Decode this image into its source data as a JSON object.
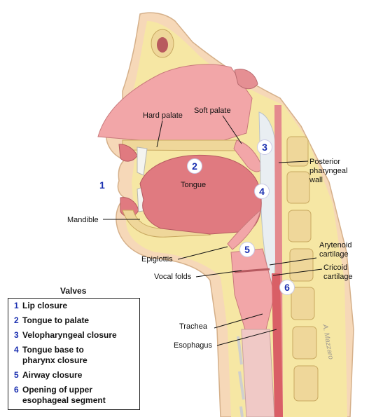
{
  "labels": {
    "hard_palate": "Hard palate",
    "soft_palate": "Soft palate",
    "tongue": "Tongue",
    "mandible": "Mandible",
    "epiglottis": "Epiglottis",
    "vocal_folds": "Vocal folds",
    "trachea": "Trachea",
    "esophagus": "Esophagus",
    "posterior_pharyngeal_wall": "Posterior\npharyngeal\nwall",
    "arytenoid_cartilage": "Arytenoid\ncartilage",
    "cricoid_cartilage": "Cricoid\ncartilage"
  },
  "markers": [
    "1",
    "2",
    "3",
    "4",
    "5",
    "6"
  ],
  "legend": {
    "title": "Valves",
    "items": [
      {
        "num": "1",
        "text": "Lip closure"
      },
      {
        "num": "2",
        "text": "Tongue to palate"
      },
      {
        "num": "3",
        "text": "Velopharyngeal closure"
      },
      {
        "num": "4",
        "text": "Tongue base to\npharynx closure"
      },
      {
        "num": "5",
        "text": "Airway closure"
      },
      {
        "num": "6",
        "text": "Opening of upper\nesophageal segment"
      }
    ]
  },
  "artist_signature": "A. Mazzaro",
  "colors": {
    "skin": "#f6d8b8",
    "fat": "#f6e7a4",
    "bone": "#efd79a",
    "mucosa": "#f2a6a8",
    "muscle": "#e07a80",
    "airway": "#e9eef2",
    "marker_blue": "#1a2fb0"
  }
}
